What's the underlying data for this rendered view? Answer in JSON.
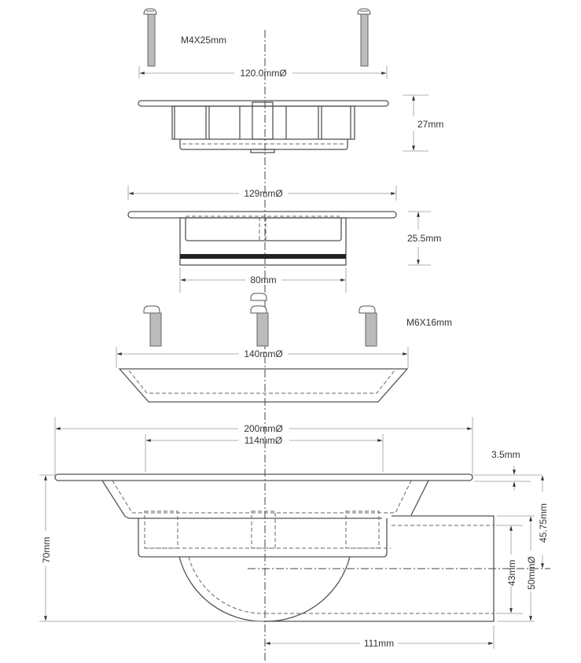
{
  "drawing": {
    "title": "Shower waste exploded assembly",
    "screw_small_label": "M4X25mm",
    "screw_large_label": "M6X16mm",
    "dimensions": {
      "grate_diameter": "120.0mmØ",
      "grate_height": "27mm",
      "trap_diameter": "129mmØ",
      "trap_height": "25.5mm",
      "trap_body_width": "80mm",
      "clamp_ring_diameter": "140mmØ",
      "body_flange_diameter": "200mmØ",
      "body_inner_diameter": "114mmØ",
      "flange_thickness": "3.5mm",
      "outlet_center_height": "45.75mm",
      "overall_height": "70mm",
      "outlet_inner": "43mm",
      "outlet_outer": "50mmØ",
      "outlet_length": "111mm"
    }
  }
}
